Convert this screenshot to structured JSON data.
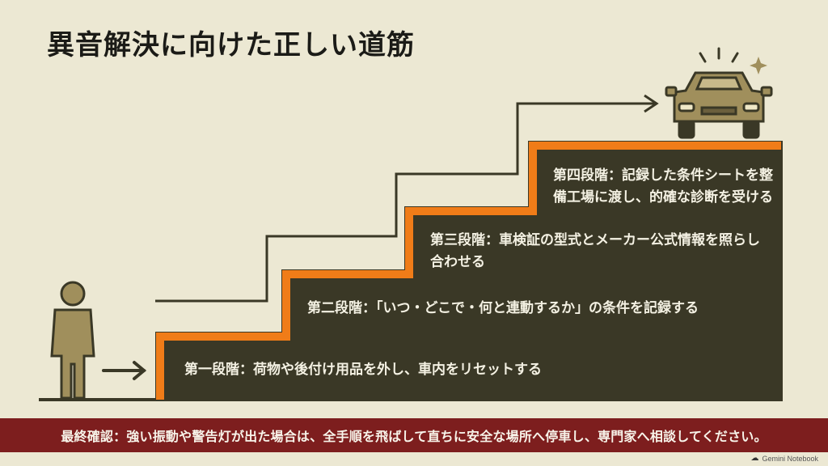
{
  "title": "異音解決に向けた正しい道筋",
  "steps": [
    {
      "label": "第一段階：荷物や後付け用品を外し、車内をリセットする"
    },
    {
      "label": "第二段階：「いつ・どこで・何と連動するか」の条件を記録する"
    },
    {
      "line1": "第三段階：車検証の型式とメーカー公式情報を照らし",
      "line2": "合わせる"
    },
    {
      "line1": "第四段階：記録した条件シートを整",
      "line2": "備工場に渡し、的確な診断を受ける"
    }
  ],
  "warning": "最終確認：強い振動や警告灯が出た場合は、全手順を飛ばして直ちに安全な場所へ停車し、専門家へ相談してください。",
  "brand": "Gemini Notebook",
  "icons": [
    "person-icon",
    "arrow-right-icon",
    "car-icon",
    "sparkle-icon"
  ],
  "colors": {
    "background": "#ece8d3",
    "stairs": "#3a3826",
    "step_edge": "#f07c18",
    "warning_bar": "#7d1e1e",
    "icon": "#a08f5c"
  }
}
